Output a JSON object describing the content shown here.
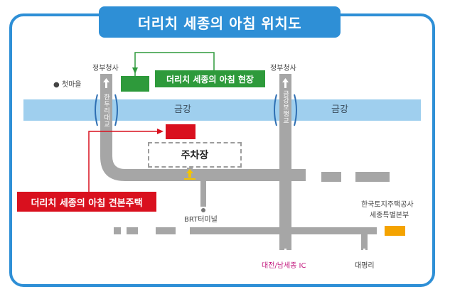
{
  "title": "더리치 세종의 아침  위치도",
  "labels": {
    "green_site": "더리치 세종의 아침 현장",
    "red_house": "더리치 세종의 아침 견본주택",
    "parking": "주차장",
    "river_left": "금강",
    "river_right": "금강",
    "gov_left": "정부청사",
    "gov_right": "정부청사",
    "cheotmaeul": "● 첫마을",
    "bridge_left": "한두리대교",
    "bridge_right": "금강보행교",
    "brt": "BRT터미널",
    "lh_line1": "한국토지주택공사",
    "lh_line2": "세종특별본부",
    "daejeon": "대전/남세종 IC",
    "daepyeong": "대평리"
  },
  "colors": {
    "frame": "#2e8fd6",
    "river": "#9fcfee",
    "road": "#a6a6a6",
    "site_green": "#2e9a3b",
    "house_red": "#d9101e",
    "lh_orange": "#f4a300",
    "ic_text": "#c2187d"
  },
  "icons": [
    "arrow-up-icon",
    "arrow-down-icon",
    "bus-stop-icon",
    "dot-marker-icon"
  ]
}
